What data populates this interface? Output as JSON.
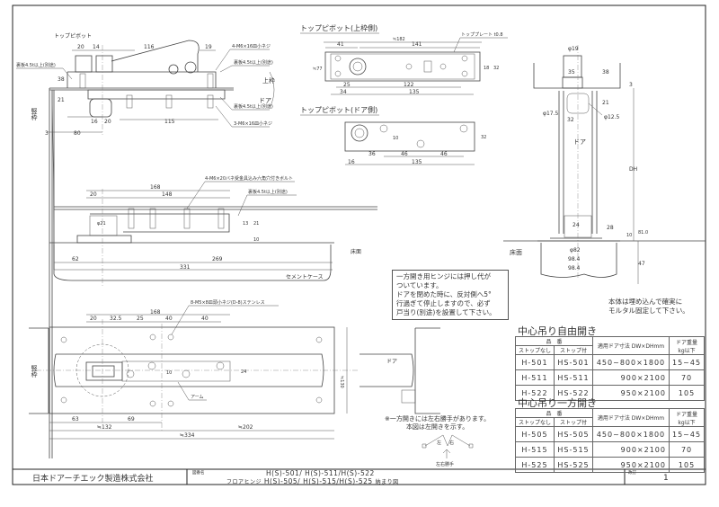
{
  "top_side_view": {
    "title": "トップピボット",
    "dims": [
      "20",
      "14",
      "116",
      "19",
      "38",
      "21",
      "16",
      "20",
      "115",
      "3",
      "80"
    ],
    "labels": [
      "4-M6×16皿小ネジ",
      "裏板4.5t以上(別途)",
      "裏板4.5t以上(別途)",
      "3-M6×16皿小ネジ",
      "上枠",
      "ドア",
      "竪枠",
      "裏板4.5t以上(別途)"
    ]
  },
  "pivot_frame": {
    "title": "トップピボット(上枠側)",
    "dims": [
      "≒182",
      "41",
      "141",
      "≒77",
      "18",
      "32",
      "25",
      "122",
      "34",
      "135"
    ],
    "note": "トッププレート t0.8"
  },
  "pivot_door": {
    "title": "トップピボット(ドア側)",
    "dims": [
      "36",
      "46",
      "46",
      "16",
      "135",
      "32",
      "10"
    ]
  },
  "right_section": {
    "dims": [
      "φ19",
      "35",
      "38",
      "3",
      "21",
      "φ17.5",
      "32",
      "φ12.5",
      "DH",
      "24",
      "28",
      "10",
      "81.0",
      "φ82",
      "98.4",
      "98.4",
      "47"
    ],
    "labels": [
      "ドア",
      "床面"
    ]
  },
  "floor_section": {
    "labels": [
      "4-M6×20バネ受金具込み六角穴付きボルト",
      "裏板4.5t以上(別途)",
      "床面",
      "セメントケース"
    ],
    "dims": [
      "168",
      "20",
      "148",
      "φ21",
      "13",
      "21",
      "10",
      "62",
      "269",
      "331"
    ]
  },
  "plan_view": {
    "labels": [
      "8-M5×8皿頭小ネジ(D-8)ステンレス",
      "竪枠",
      "アーム",
      "ドア"
    ],
    "dims": [
      "168",
      "20",
      "32.5",
      "25",
      "40",
      "40",
      "≒130",
      "24",
      "10",
      "63",
      "69",
      "≒132",
      "≒202",
      "≒334"
    ]
  },
  "notes": {
    "one_way": [
      "一方開き用ヒンジには押し代が",
      "ついています。",
      "ドアを閉めた時に、反対側へ5°",
      "行過ぎて停止しますので、必ず",
      "戸当り(別途)を設置して下さい。"
    ],
    "mortar": [
      "本体は埋め込んで確実に",
      "モルタル固定して下さい。"
    ],
    "hand": [
      "※一方開きには左右勝手があります。",
      "本図は左開きを示す。"
    ],
    "hand_left": "左",
    "hand_right": "右",
    "hand_caption": "左右勝手"
  },
  "tables": [
    {
      "title": "中心吊り自由開き",
      "header_group": "品　番",
      "headers": [
        "ストップなし",
        "ストップ付",
        "適用ドア寸法 DW×DHmm",
        "ドア重量 kg以下"
      ],
      "rows": [
        [
          "H-501",
          "HS-501",
          "450~800×1800",
          "15~45"
        ],
        [
          "H-511",
          "HS-511",
          "900×2100",
          "70"
        ],
        [
          "H-522",
          "HS-522",
          "950×2100",
          "105"
        ]
      ]
    },
    {
      "title": "中心吊り一方開き",
      "header_group": "品　番",
      "headers": [
        "ストップなし",
        "ストップ付",
        "適用ドア寸法 DW×DHmm",
        "ドア重量 kg以下"
      ],
      "rows": [
        [
          "H-505",
          "HS-505",
          "450~800×1800",
          "15~45"
        ],
        [
          "H-515",
          "HS-515",
          "900×2100",
          "70"
        ],
        [
          "H-525",
          "HS-525",
          "950×2100",
          "105"
        ]
      ]
    }
  ],
  "title_block": {
    "company": "日本ドアーチエック製造株式会社",
    "drawing_name_label": "図番名",
    "line1": "H(S)-501/ H(S)-511/H(S)-522",
    "product": "フロアヒンジ",
    "line2": "H(S)-505/ H(S)-515/H(S)-525",
    "suffix": "納まり図",
    "revision_label": "改訂",
    "revision": "1"
  }
}
